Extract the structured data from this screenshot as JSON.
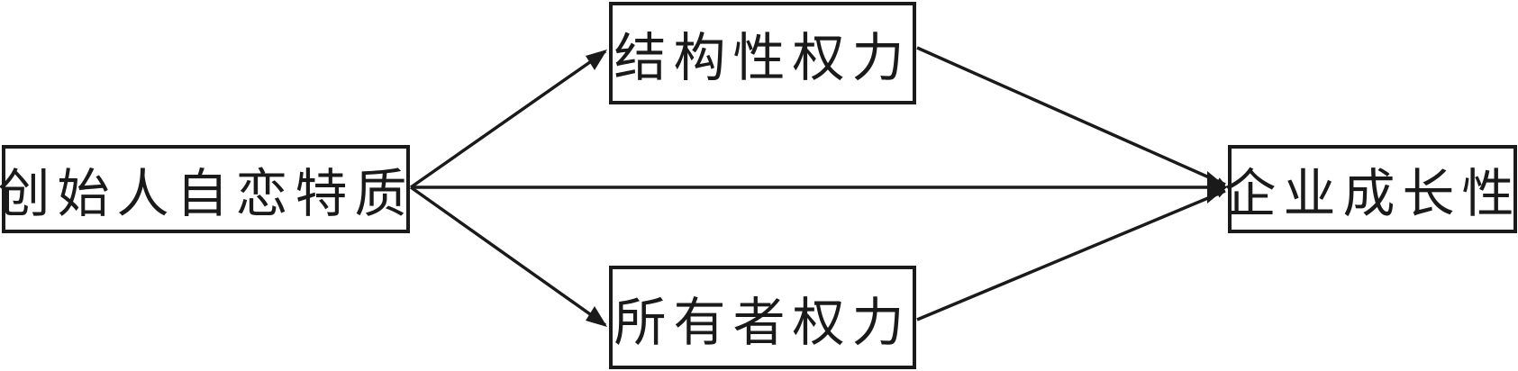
{
  "nodes": {
    "founder": {
      "label": "创始人自恋特质"
    },
    "structural_power": {
      "label": "结构性权力"
    },
    "ownership_power": {
      "label": "所有者权力"
    },
    "growth": {
      "label": "企业成长性"
    }
  },
  "colors": {
    "stroke": "#1a1a1a",
    "background": "#ffffff"
  }
}
